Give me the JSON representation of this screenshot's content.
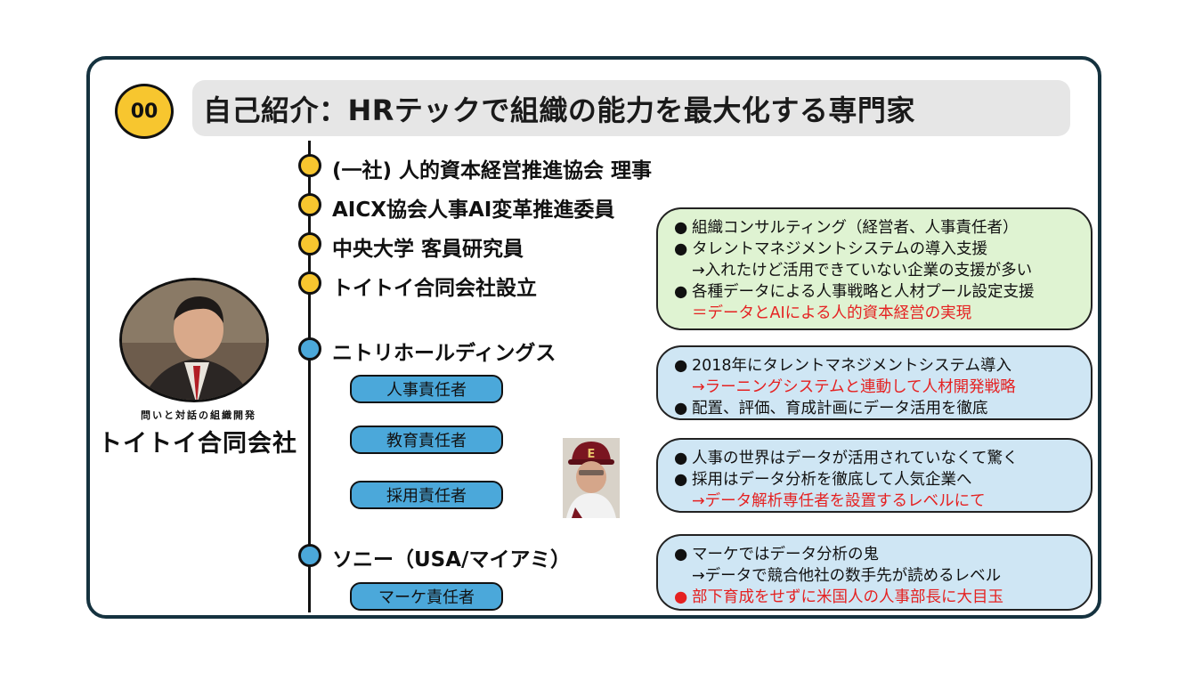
{
  "badge": "00",
  "title": "自己紹介：HRテックで組織の能力を最大化する専門家",
  "timeline": [
    {
      "label": "(一社) 人的資本経営推進協会 理事"
    },
    {
      "label": "AICX協会人事AI変革推進委員"
    },
    {
      "label": "中央大学 客員研究員"
    },
    {
      "label": "トイトイ合同会社設立"
    },
    {
      "label": "ニトリホールディングス"
    },
    {
      "label": "ソニー（USA/マイアミ）"
    }
  ],
  "roles": [
    "人事責任者",
    "教育責任者",
    "採用責任者",
    "マーケ責任者"
  ],
  "boxes": {
    "box1": {
      "l1": "組織コンサルティング（経営者、人事責任者）",
      "l2": "タレントマネジメントシステムの導入支援",
      "l3": "→入れたけど活用できていない企業の支援が多い",
      "l4": "各種データによる人事戦略と人材プール設定支援",
      "l5": "＝データとAIによる人的資本経営の実現"
    },
    "box2": {
      "l1": "2018年にタレントマネジメントシステム導入",
      "l2": "→ラーニングシステムと連動して人材開発戦略",
      "l3": "配置、評価、育成計画にデータ活用を徹底"
    },
    "box3": {
      "l1": "人事の世界はデータが活用されていなくて驚く",
      "l2": "採用はデータ分析を徹底して人気企業へ",
      "l3": "→データ解析専任者を設置するレベルにて"
    },
    "box4": {
      "l1": "マーケではデータ分析の鬼",
      "l2": "→データで競合他社の数手先が読めるレベル",
      "l3": "部下育成をせずに米国人の人事部長に大目玉"
    }
  },
  "bullet": "●",
  "brand": {
    "tagline": "問いと対話の組織開発",
    "name": "トイトイ合同会社"
  },
  "colors": {
    "accent_yellow": "#f7c62f",
    "accent_blue": "#4ba8da",
    "green_box": "#dff3d2",
    "blue_box": "#cfe6f4",
    "highlight_red": "#e52121",
    "frame": "#15323f"
  }
}
